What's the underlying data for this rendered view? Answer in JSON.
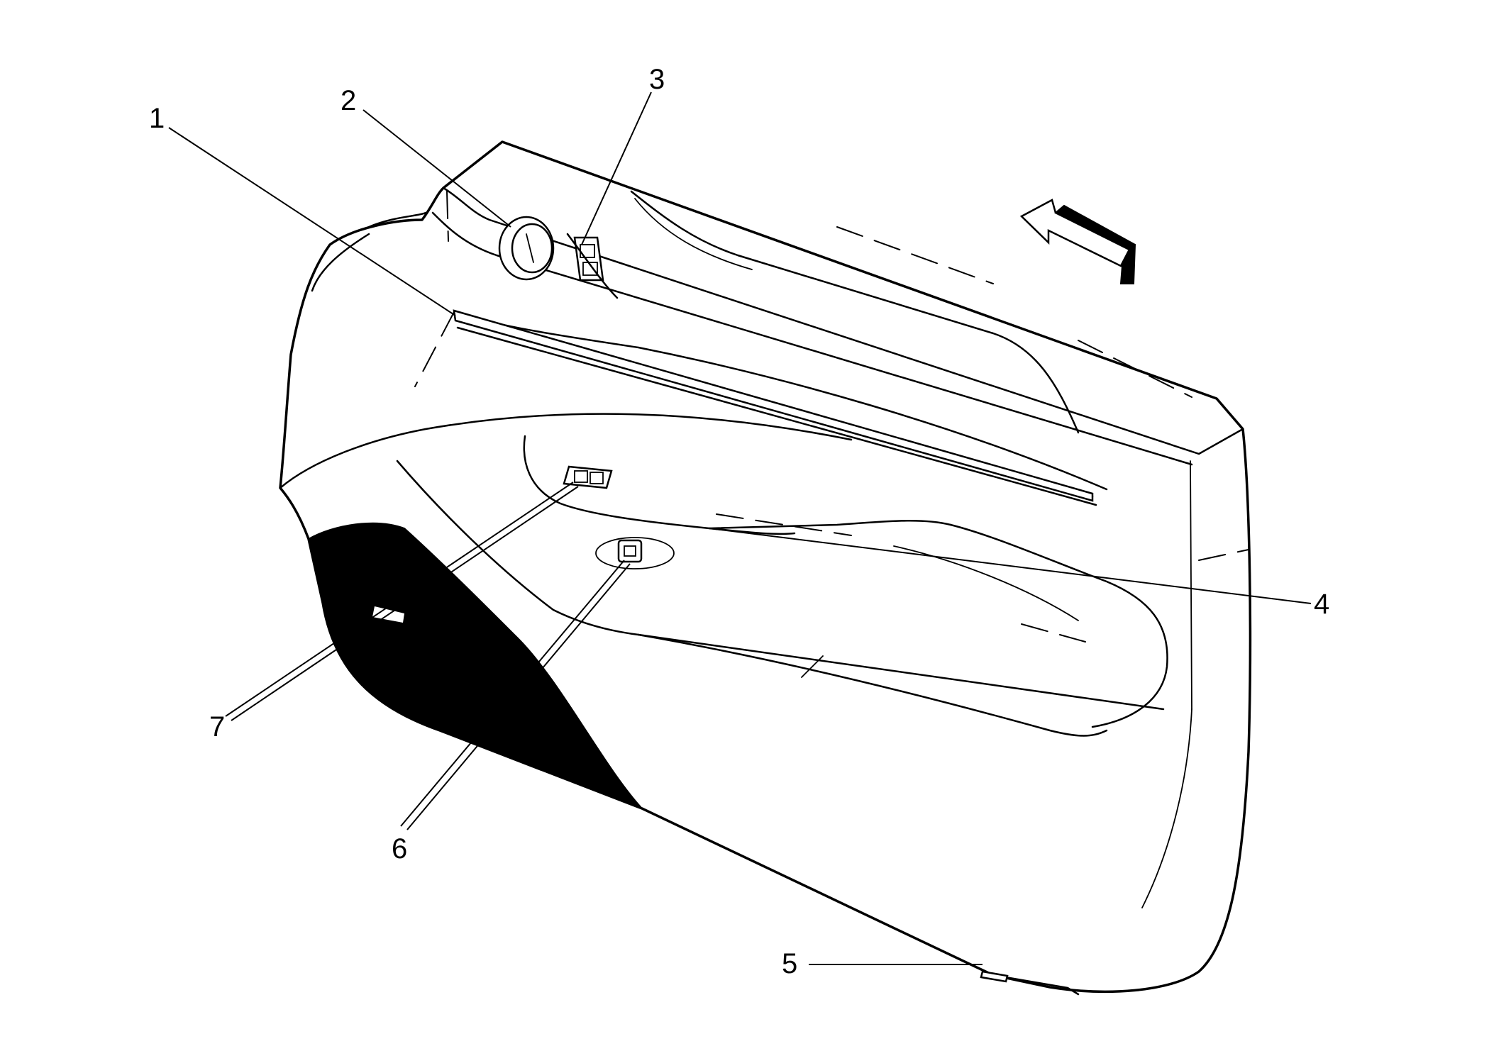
{
  "callouts": [
    {
      "id": "1",
      "label": "1"
    },
    {
      "id": "2",
      "label": "2"
    },
    {
      "id": "3",
      "label": "3"
    },
    {
      "id": "4",
      "label": "4"
    },
    {
      "id": "5",
      "label": "5"
    },
    {
      "id": "6",
      "label": "6"
    },
    {
      "id": "7",
      "label": "7"
    }
  ],
  "direction_indicator": {
    "icon": "vehicle-front-arrow-icon"
  }
}
